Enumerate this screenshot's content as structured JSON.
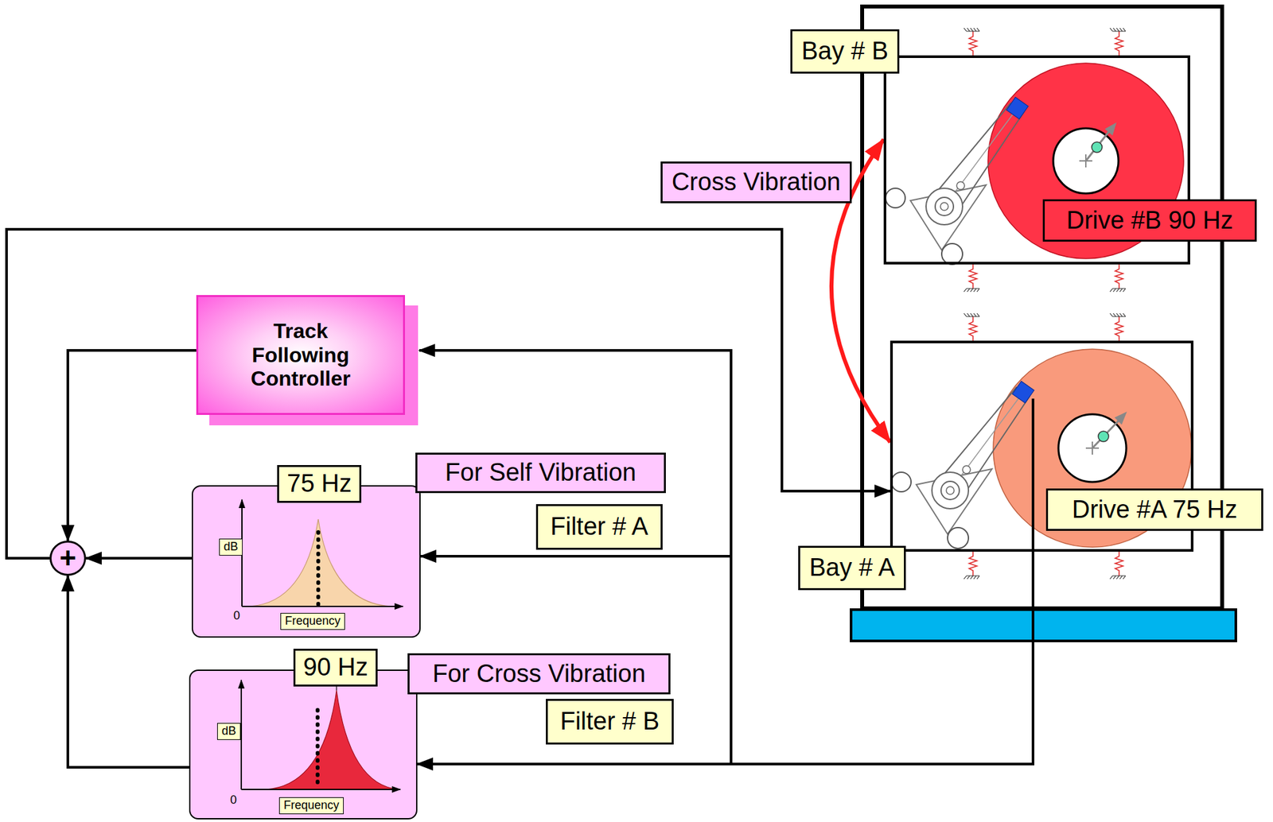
{
  "diagram": {
    "nodes": [
      {
        "text": [
          "Bay # B"
        ]
      },
      {
        "text": [
          "Drive #B 90 Hz"
        ]
      },
      {
        "text": [
          "Track Following Controller"
        ]
      },
      {
        "text": [
          "Bay # A"
        ]
      },
      {
        "text": [
          "75 Hz",
          "dB",
          "0",
          "Frequency"
        ]
      },
      {
        "text": [
          "For Self Vibration"
        ]
      },
      {
        "text": [
          "Filter # A"
        ]
      },
      {
        "text": [
          "Drive #A 75 Hz"
        ]
      },
      {
        "text": [
          "90 Hz",
          "dB",
          "0",
          "Frequency"
        ]
      },
      {
        "text": [
          "For Cross Vibration"
        ]
      },
      {
        "text": [
          "Filter # B"
        ]
      },
      {
        "text": [
          "+"
        ]
      }
    ],
    "edges": [
      {
        "from": 0,
        "to": 3,
        "arrow": "both",
        "label": "Cross Vibration"
      },
      {
        "from": 11,
        "to": 3,
        "arrow": "to"
      },
      {
        "from": 3,
        "to": 2,
        "arrow": "to"
      },
      {
        "from": 3,
        "to": 4,
        "arrow": "to"
      },
      {
        "from": 3,
        "to": 8,
        "arrow": "to"
      },
      {
        "from": 2,
        "to": 11,
        "arrow": "to"
      },
      {
        "from": 4,
        "to": 11,
        "arrow": "to"
      },
      {
        "from": 8,
        "to": 11,
        "arrow": "to"
      }
    ]
  }
}
